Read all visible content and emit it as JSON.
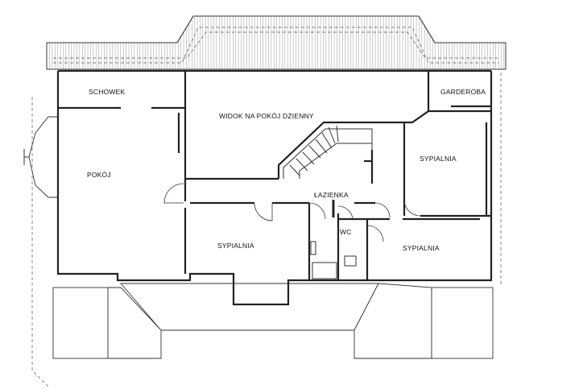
{
  "floor_plan": {
    "rooms": [
      {
        "id": "schowek",
        "label": "SCHOWEK"
      },
      {
        "id": "widok",
        "label": "WIDOK NA POKÓJ DZIENNY"
      },
      {
        "id": "garderoba",
        "label": "GARDEROBA"
      },
      {
        "id": "pokoj",
        "label": "POKÓJ"
      },
      {
        "id": "sypialnia-right",
        "label": "SYPIALNIA"
      },
      {
        "id": "lazienka",
        "label": "ŁAZIENKA"
      },
      {
        "id": "wc",
        "label": "WC"
      },
      {
        "id": "sypialnia-center",
        "label": "SYPIALNIA"
      },
      {
        "id": "sypialnia-bottom",
        "label": "SYPIALNIA"
      }
    ]
  }
}
